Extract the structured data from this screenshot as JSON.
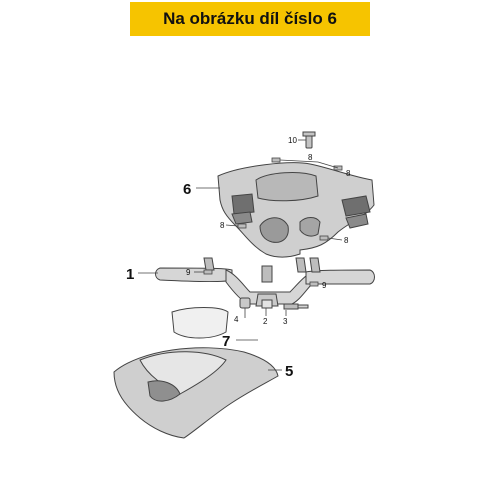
{
  "banner": {
    "text": "Na obrázku díl číslo 6",
    "background": "#f6c400"
  },
  "callouts": {
    "c1": "1",
    "c2": "2",
    "c3": "3",
    "c4": "4",
    "c5": "5",
    "c6": "6",
    "c7": "7",
    "c8a": "8",
    "c8b": "8",
    "c8c": "8",
    "c8d": "8",
    "c9a": "9",
    "c9b": "9",
    "c10": "10"
  }
}
